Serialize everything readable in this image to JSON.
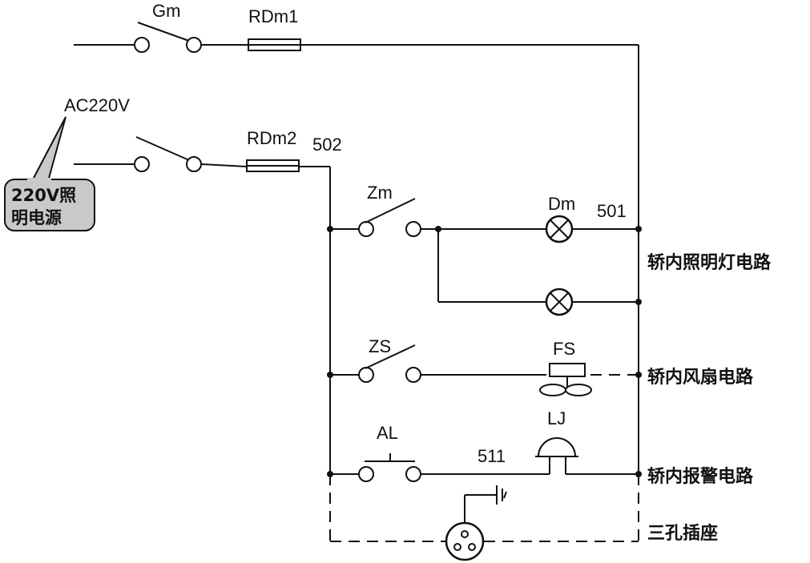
{
  "labels": {
    "gm": "Gm",
    "rdm1": "RDm1",
    "ac220v": "AC220V",
    "rdm2": "RDm2",
    "n502": "502",
    "zm": "Zm",
    "dm": "Dm",
    "n501": "501",
    "zs": "ZS",
    "fs": "FS",
    "al": "AL",
    "lj": "LJ",
    "n511": "511"
  },
  "callout": {
    "line1": "220V照",
    "line2": "明电源"
  },
  "circuits": {
    "lighting": "轿内照明灯电路",
    "fan": "轿内风扇电路",
    "alarm": "轿内报警电路",
    "socket": "三孔插座"
  },
  "colors": {
    "line": "#111111",
    "callout_fill": "#c9c9c9",
    "background": "#ffffff"
  }
}
